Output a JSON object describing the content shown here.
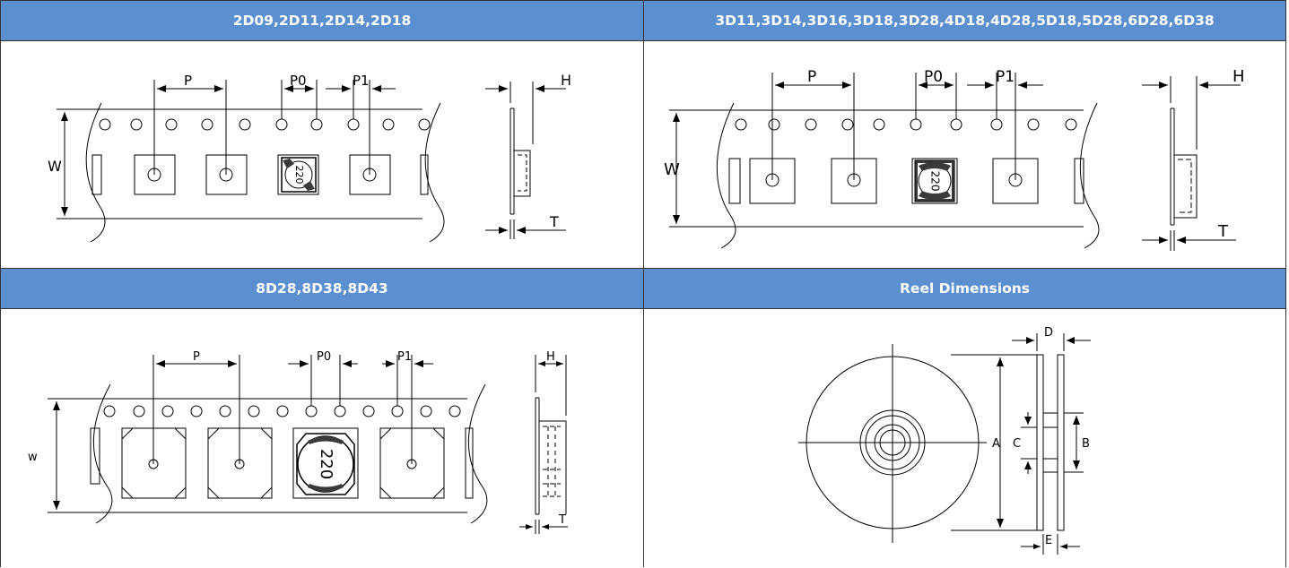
{
  "panels": {
    "tape_small": {
      "title": "2D09,2D11,2D14,2D18",
      "labels": {
        "P": "P",
        "P0": "P0",
        "P1": "P1",
        "W": "W",
        "H": "H",
        "T": "T",
        "mark": "220"
      }
    },
    "tape_medium": {
      "title": "3D11,3D14,3D16,3D18,3D28,4D18,4D28,5D18,5D28,6D28,6D38",
      "labels": {
        "P": "P",
        "P0": "P0",
        "P1": "P1",
        "W": "W",
        "H": "H",
        "T": "T",
        "mark": "220"
      }
    },
    "tape_large": {
      "title": "8D28,8D38,8D43",
      "labels": {
        "P": "P",
        "P0": "P0",
        "P1": "P1",
        "W": "w",
        "H": "H",
        "T": "T",
        "mark": "220"
      }
    },
    "reel": {
      "title": "Reel Dimensions",
      "labels": {
        "A": "A",
        "B": "B",
        "C": "C",
        "D": "D",
        "E": "E"
      }
    }
  },
  "colors": {
    "header_bg": "#5b8fd0",
    "header_text": "#ffffff",
    "line": "#000000",
    "coil": "#3a3a3a"
  }
}
